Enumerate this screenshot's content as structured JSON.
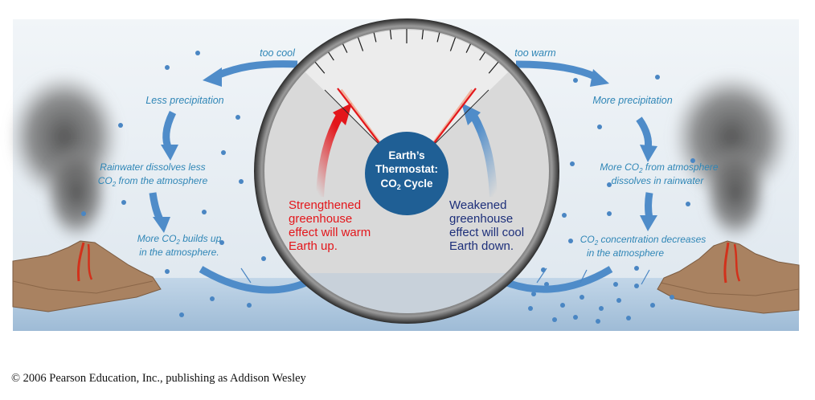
{
  "labels": {
    "too_cool": "too cool",
    "too_warm": "too warm",
    "less_precip": "Less precipitation",
    "more_precip": "More precipitation",
    "rain_less_1": "Rainwater dissolves less",
    "rain_less_2_pre": "CO",
    "rain_less_2_sub": "2",
    "rain_less_2_post": " from the atmosphere",
    "builds_1_pre": "More CO",
    "builds_1_sub": "2",
    "builds_1_post": " builds up",
    "builds_2": "in the atmosphere.",
    "more_co2_1_pre": "More CO",
    "more_co2_1_sub": "2",
    "more_co2_1_post": " from atmosphere",
    "more_co2_2": "dissolves in rainwater",
    "decrease_1_pre": "CO",
    "decrease_1_sub": "2",
    "decrease_1_post": " concentration decreases",
    "decrease_2": "in the atmosphere"
  },
  "center": {
    "earth_line1": "Earth’s",
    "earth_line2": "Thermostat:",
    "earth_line3_pre": "CO",
    "earth_line3_sub": "2",
    "earth_line3_post": " Cycle",
    "warm_lines": [
      "Strengthened",
      "greenhouse",
      "effect will warm",
      "Earth up."
    ],
    "cool_lines": [
      "Weakened",
      "greenhouse",
      "effect will cool",
      "Earth down."
    ]
  },
  "footer": {
    "copyright": "© 2006 Pearson Education, Inc., publishing as Addison Wesley"
  },
  "colors": {
    "sky": "#e8eef4",
    "water": "#a9c4dd",
    "arrow_blue": "#4f8cc9",
    "warm_red": "#e3161b",
    "cool_navy": "#1d2f7a",
    "earth_blue": "#1f5f95",
    "dial_face": "#d9d9d9",
    "dial_rim": "#1e1e1e",
    "volcano": "#a98261",
    "lava": "#d2311b",
    "smoke": "#5e5e5e"
  }
}
